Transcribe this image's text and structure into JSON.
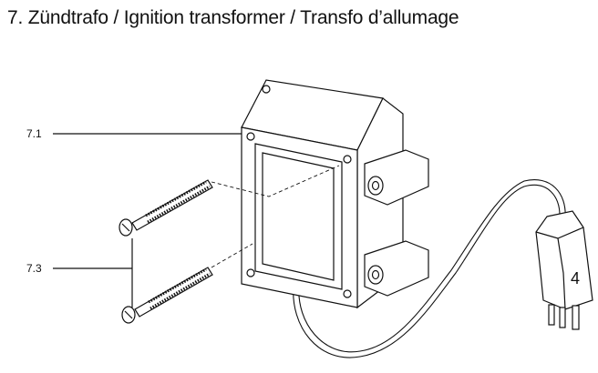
{
  "title": "7. Zündtrafo / Ignition transformer / Transfo d’allumage",
  "callouts": [
    {
      "id": "7.1",
      "label": "7.1",
      "part": "transformer"
    },
    {
      "id": "7.3",
      "label": "7.3",
      "part": "screws"
    }
  ],
  "plug_label": "4"
}
